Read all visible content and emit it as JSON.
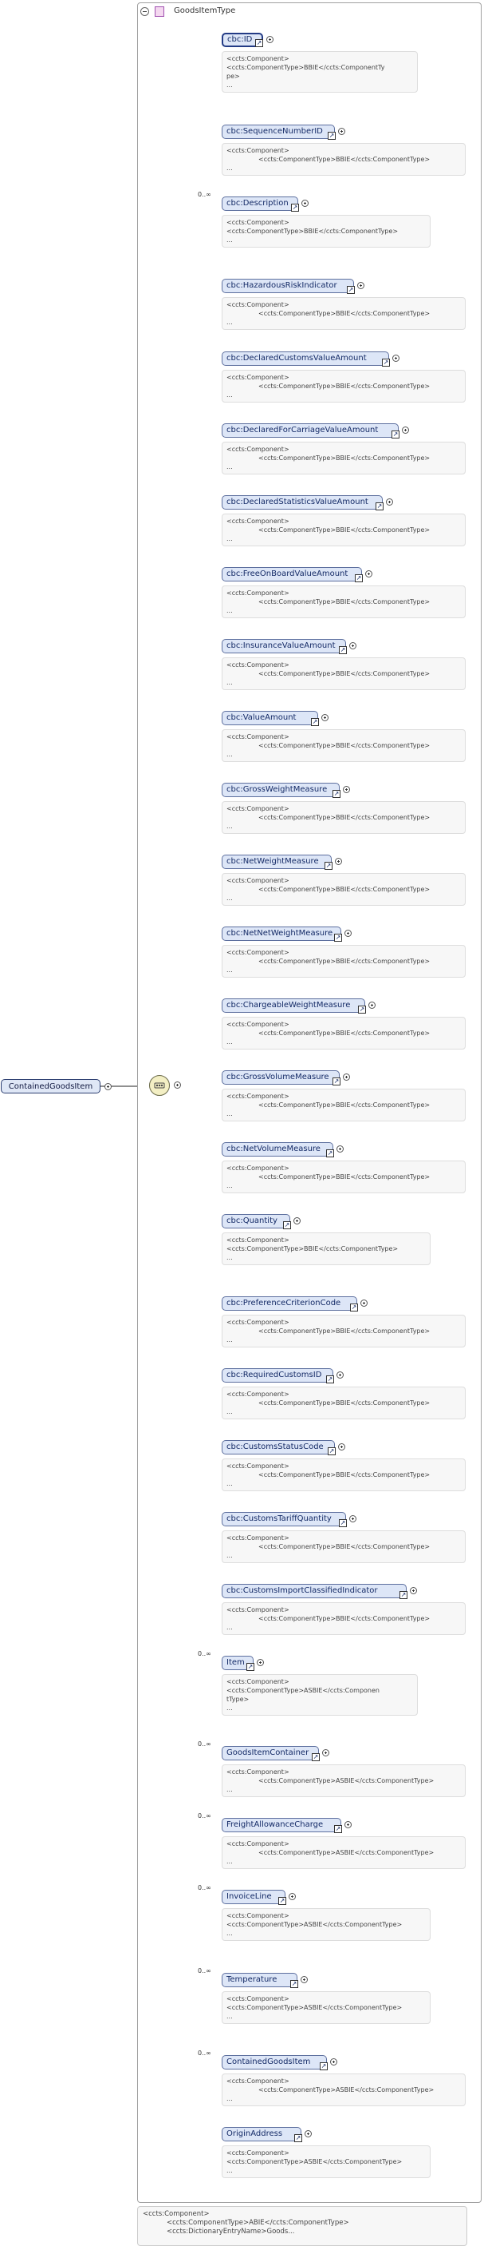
{
  "type_name": "GoodsItemType",
  "root_element": "ContainedGoodsItem",
  "children": [
    {
      "label": "cbc:ID",
      "occurs": "",
      "card_lines": [
        "<ccts:Component>",
        "<ccts:ComponentType>BBIE</ccts:ComponentTy",
        "pe>",
        "..."
      ],
      "wrap": true
    },
    {
      "label": "cbc:SequenceNumberID",
      "occurs": "",
      "card_lines": [
        "<ccts:Component>",
        "<ccts:ComponentType>BBIE</ccts:ComponentType>",
        "..."
      ]
    },
    {
      "label": "cbc:Description",
      "occurs": "0..∞",
      "card_lines": [
        "<ccts:Component>",
        "<ccts:ComponentType>BBIE</ccts:ComponentType>",
        "..."
      ],
      "flat": true
    },
    {
      "label": "cbc:HazardousRiskIndicator",
      "occurs": "",
      "card_lines": [
        "<ccts:Component>",
        "<ccts:ComponentType>BBIE</ccts:ComponentType>",
        "..."
      ]
    },
    {
      "label": "cbc:DeclaredCustomsValueAmount",
      "occurs": "",
      "card_lines": [
        "<ccts:Component>",
        "<ccts:ComponentType>BBIE</ccts:ComponentType>",
        "..."
      ]
    },
    {
      "label": "cbc:DeclaredForCarriageValueAmount",
      "occurs": "",
      "card_lines": [
        "<ccts:Component>",
        "<ccts:ComponentType>BBIE</ccts:ComponentType>",
        "..."
      ]
    },
    {
      "label": "cbc:DeclaredStatisticsValueAmount",
      "occurs": "",
      "card_lines": [
        "<ccts:Component>",
        "<ccts:ComponentType>BBIE</ccts:ComponentType>",
        "..."
      ]
    },
    {
      "label": "cbc:FreeOnBoardValueAmount",
      "occurs": "",
      "card_lines": [
        "<ccts:Component>",
        "<ccts:ComponentType>BBIE</ccts:ComponentType>",
        "..."
      ]
    },
    {
      "label": "cbc:InsuranceValueAmount",
      "occurs": "",
      "card_lines": [
        "<ccts:Component>",
        "<ccts:ComponentType>BBIE</ccts:ComponentType>",
        "..."
      ]
    },
    {
      "label": "cbc:ValueAmount",
      "occurs": "",
      "card_lines": [
        "<ccts:Component>",
        "<ccts:ComponentType>BBIE</ccts:ComponentType>",
        "..."
      ]
    },
    {
      "label": "cbc:GrossWeightMeasure",
      "occurs": "",
      "card_lines": [
        "<ccts:Component>",
        "<ccts:ComponentType>BBIE</ccts:ComponentType>",
        "..."
      ]
    },
    {
      "label": "cbc:NetWeightMeasure",
      "occurs": "",
      "card_lines": [
        "<ccts:Component>",
        "<ccts:ComponentType>BBIE</ccts:ComponentType>",
        "..."
      ]
    },
    {
      "label": "cbc:NetNetWeightMeasure",
      "occurs": "",
      "card_lines": [
        "<ccts:Component>",
        "<ccts:ComponentType>BBIE</ccts:ComponentType>",
        "..."
      ]
    },
    {
      "label": "cbc:ChargeableWeightMeasure",
      "occurs": "",
      "card_lines": [
        "<ccts:Component>",
        "<ccts:ComponentType>BBIE</ccts:ComponentType>",
        "..."
      ]
    },
    {
      "label": "cbc:GrossVolumeMeasure",
      "occurs": "",
      "card_lines": [
        "<ccts:Component>",
        "<ccts:ComponentType>BBIE</ccts:ComponentType>",
        "..."
      ]
    },
    {
      "label": "cbc:NetVolumeMeasure",
      "occurs": "",
      "card_lines": [
        "<ccts:Component>",
        "<ccts:ComponentType>BBIE</ccts:ComponentType>",
        "..."
      ]
    },
    {
      "label": "cbc:Quantity",
      "occurs": "",
      "card_lines": [
        "<ccts:Component>",
        "<ccts:ComponentType>BBIE</ccts:ComponentType>",
        "..."
      ],
      "flat": true
    },
    {
      "label": "cbc:PreferenceCriterionCode",
      "occurs": "",
      "card_lines": [
        "<ccts:Component>",
        "<ccts:ComponentType>BBIE</ccts:ComponentType>",
        "..."
      ]
    },
    {
      "label": "cbc:RequiredCustomsID",
      "occurs": "",
      "card_lines": [
        "<ccts:Component>",
        "<ccts:ComponentType>BBIE</ccts:ComponentType>",
        "..."
      ]
    },
    {
      "label": "cbc:CustomsStatusCode",
      "occurs": "",
      "card_lines": [
        "<ccts:Component>",
        "<ccts:ComponentType>BBIE</ccts:ComponentType>",
        "..."
      ]
    },
    {
      "label": "cbc:CustomsTariffQuantity",
      "occurs": "",
      "card_lines": [
        "<ccts:Component>",
        "<ccts:ComponentType>BBIE</ccts:ComponentType>",
        "..."
      ]
    },
    {
      "label": "cbc:CustomsImportClassifiedIndicator",
      "occurs": "",
      "card_lines": [
        "<ccts:Component>",
        "<ccts:ComponentType>BBIE</ccts:ComponentType>",
        "..."
      ]
    },
    {
      "label": "Item",
      "occurs": "0..∞",
      "card_lines": [
        "<ccts:Component>",
        "<ccts:ComponentType>ASBIE</ccts:Componen",
        "tType>",
        "..."
      ],
      "wrap": true
    },
    {
      "label": "GoodsItemContainer",
      "occurs": "0..∞",
      "card_lines": [
        "<ccts:Component>",
        "<ccts:ComponentType>ASBIE</ccts:ComponentType>",
        "..."
      ]
    },
    {
      "label": "FreightAllowanceCharge",
      "occurs": "0..∞",
      "card_lines": [
        "<ccts:Component>",
        "<ccts:ComponentType>ASBIE</ccts:ComponentType>",
        "..."
      ]
    },
    {
      "label": "InvoiceLine",
      "occurs": "0..∞",
      "card_lines": [
        "<ccts:Component>",
        "<ccts:ComponentType>ASBIE</ccts:ComponentType>",
        "..."
      ],
      "flat": true
    },
    {
      "label": "Temperature",
      "occurs": "0..∞",
      "card_lines": [
        "<ccts:Component>",
        "<ccts:ComponentType>ASBIE</ccts:ComponentType>",
        "..."
      ],
      "flat": true
    },
    {
      "label": "ContainedGoodsItem",
      "occurs": "0..∞",
      "card_lines": [
        "<ccts:Component>",
        "<ccts:ComponentType>ASBIE</ccts:ComponentType>",
        "..."
      ]
    },
    {
      "label": "OriginAddress",
      "occurs": "",
      "card_lines": [
        "<ccts:Component>",
        "<ccts:ComponentType>ASBIE</ccts:ComponentType>",
        "..."
      ],
      "flat": true
    }
  ],
  "bottom_note": [
    "<ccts:Component>",
    "<ccts:ComponentType>ABIE</ccts:ComponentType>",
    "<ccts:DictionaryEntryName>Goods..."
  ]
}
